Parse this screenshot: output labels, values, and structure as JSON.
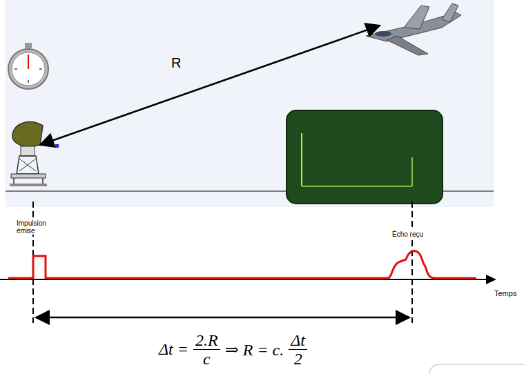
{
  "diagram": {
    "labels": [
      "R",
      "Impulsion émise",
      "Écho reçu",
      "Temps",
      "Δt =",
      "2.R",
      "c",
      "⇒ R = c.",
      "Δt",
      "2"
    ]
  }
}
